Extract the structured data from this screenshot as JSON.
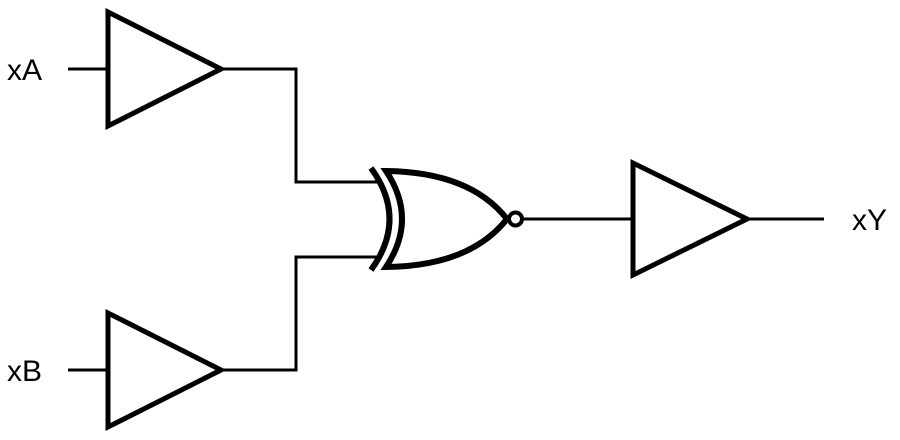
{
  "diagram": {
    "type": "logic-circuit-schematic",
    "background_color": "#ffffff",
    "line_color": "#000000",
    "labels": {
      "input_a": "xA",
      "input_b": "xB",
      "output": "xY"
    },
    "components": [
      {
        "id": "buffer-a",
        "type": "buffer",
        "connected_label": "xA"
      },
      {
        "id": "buffer-b",
        "type": "buffer",
        "connected_label": "xB"
      },
      {
        "id": "xnor-gate",
        "type": "xnor"
      },
      {
        "id": "buffer-y",
        "type": "buffer",
        "connected_label": "xY"
      }
    ]
  }
}
